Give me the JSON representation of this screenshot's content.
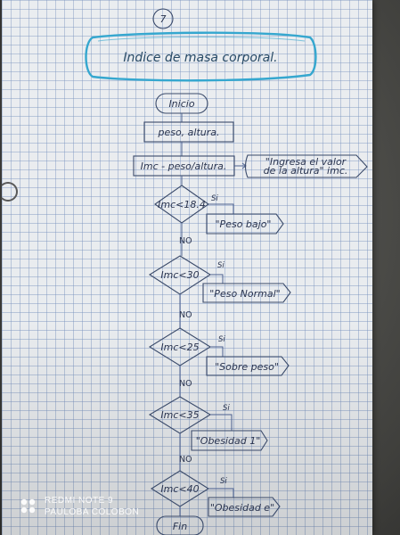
{
  "page_number": "7",
  "title": "Indice de masa corporal.",
  "nodes": {
    "start": "Inicio",
    "input": "peso, altura.",
    "process": "Imc - peso/altura.",
    "display_note_1": "\"Ingresa el valor",
    "display_note_2": "de la altura\" imc.",
    "decision_1": "Imc<18.4",
    "output_1": "\"Peso bajo\"",
    "decision_2": "Imc<30",
    "output_2": "\"Peso Normal\"",
    "decision_3": "Imc<25",
    "output_3": "\"Sobre peso\"",
    "decision_4": "Imc<35",
    "output_4": "\"Obesidad 1\"",
    "decision_5": "Imc<40",
    "output_5": "\"Obesidad e\"",
    "end": "Fin"
  },
  "branch_labels": {
    "yes": "Si",
    "no": "NO"
  },
  "watermark": {
    "line1": "REDMI NOTE 9",
    "line2": "PAULOBA COLOBON"
  }
}
